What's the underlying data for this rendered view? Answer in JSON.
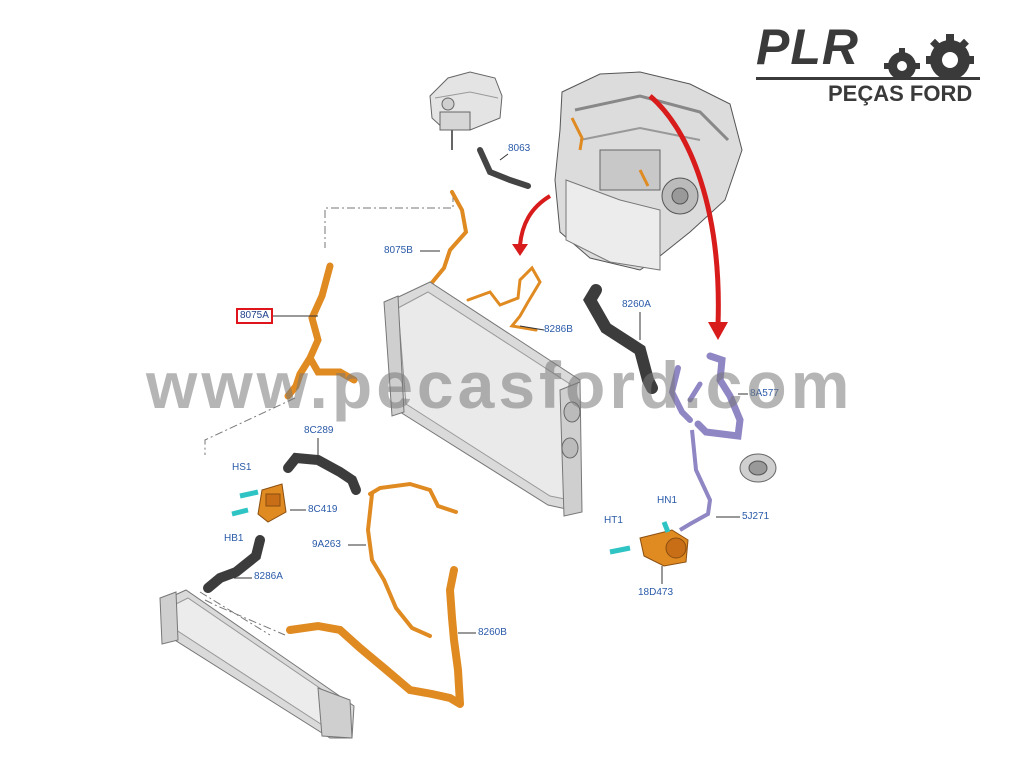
{
  "brand": {
    "name": "PLR",
    "subtitle": "PEÇAS FORD",
    "gear_color": "#3a3a3a"
  },
  "watermark": "www.pecasford.com",
  "colors": {
    "hose_orange": "#e08a22",
    "hose_dark": "#3c3c3c",
    "hose_purple": "#8f86c4",
    "sensor_cyan": "#2ec4c4",
    "arrow_red": "#d81c1c",
    "label_blue": "#2a5aa8",
    "highlight_red": "#e0141b"
  },
  "labels": {
    "p8063": "8063",
    "p8075B": "8075B",
    "p8075A": "8075A",
    "p8286B": "8286B",
    "p8260A": "8260A",
    "p8A577": "8A577",
    "p8C289": "8C289",
    "pHS1": "HS1",
    "p8C419": "8C419",
    "pHB1": "HB1",
    "p9A263": "9A263",
    "p8286A": "8286A",
    "p8260B": "8260B",
    "pHN1": "HN1",
    "pHT1": "HT1",
    "p5J271": "5J271",
    "p18D473": "18D473"
  }
}
